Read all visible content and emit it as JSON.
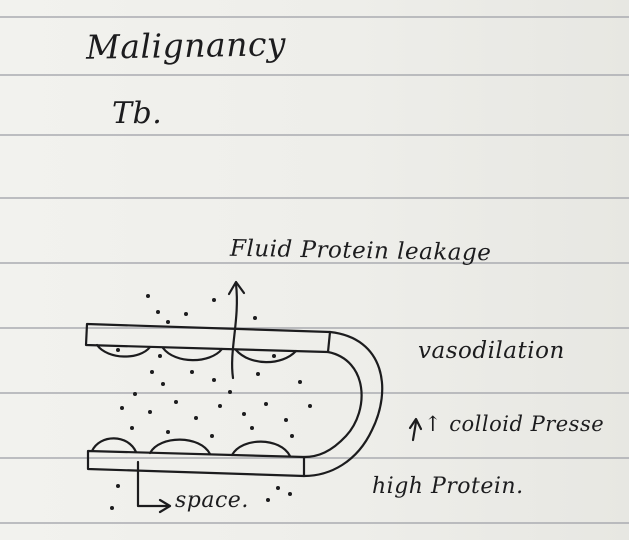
{
  "notes": {
    "title_line1": "Malignancy",
    "title_line2": "Tb."
  },
  "diagram": {
    "top_label": "Fluid Protein leakage",
    "right_label_1": "vasodilation",
    "right_label_2": "↑ colloid Presse",
    "right_label_3": "high Protein.",
    "bottom_label": "space."
  },
  "colors": {
    "paper": "#eeeeea",
    "rule_line": "#a9abb0",
    "ink": "#1c1c1e"
  },
  "icons": [
    "up-arrow-icon",
    "right-arrow-icon",
    "up-small-arrow-icon"
  ]
}
